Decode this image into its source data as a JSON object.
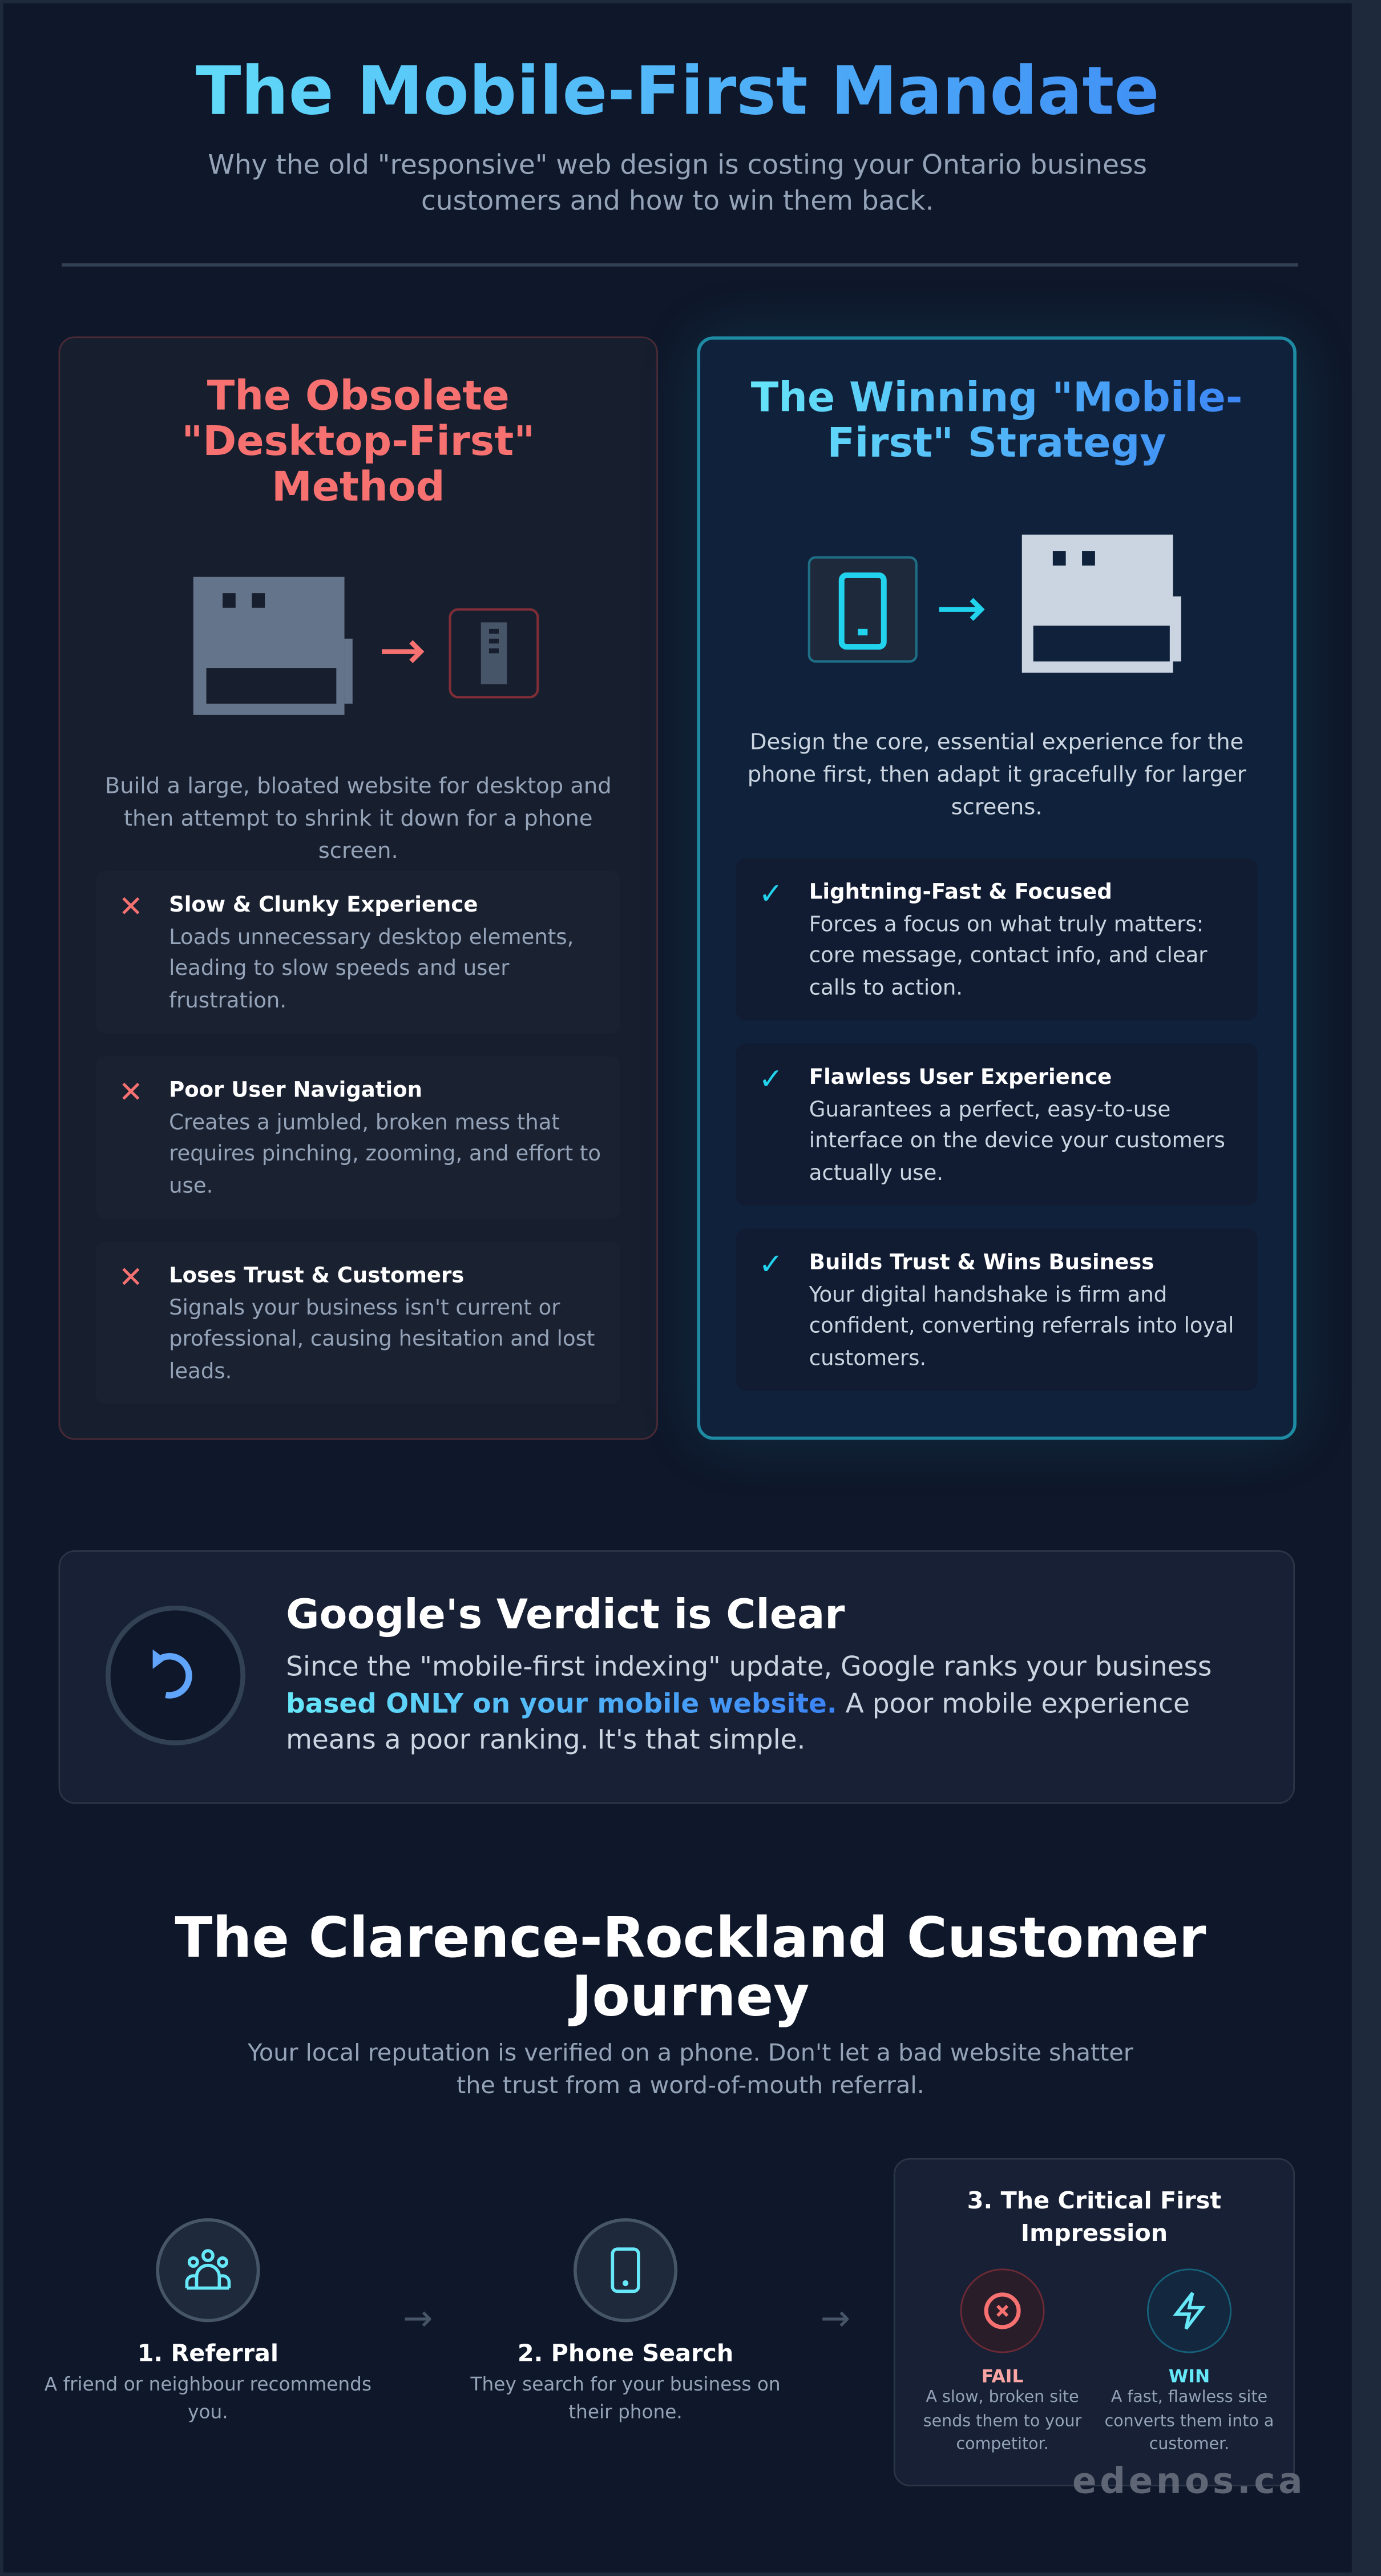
{
  "header": {
    "title": "The Mobile-First Mandate",
    "subtitle": "Why the old \"responsive\" web design is costing your Ontario business customers and how to win them back."
  },
  "comparison": {
    "obsolete": {
      "title": "The Obsolete \"Desktop-First\" Method",
      "description": "Build a large, bloated website for desktop and then attempt to shrink it down for a phone screen.",
      "accent": "#f87171",
      "items": [
        {
          "icon": "x-icon",
          "heading": "Slow & Clunky Experience",
          "body": "Loads unnecessary desktop elements, leading to slow speeds and user frustration."
        },
        {
          "icon": "x-icon",
          "heading": "Poor User Navigation",
          "body": "Creates a jumbled, broken mess that requires pinching, zooming, and effort to use."
        },
        {
          "icon": "x-icon",
          "heading": "Loses Trust & Customers",
          "body": "Signals your business isn't current or professional, causing hesitation and lost leads."
        }
      ]
    },
    "winning": {
      "title": "The Winning \"Mobile-First\" Strategy",
      "description": "Design the core, essential experience for the phone first, then adapt it gracefully for larger screens.",
      "accent": "#22d3ee",
      "items": [
        {
          "icon": "check-icon",
          "heading": "Lightning-Fast & Focused",
          "body": "Forces a focus on what truly matters: core message, contact info, and clear calls to action."
        },
        {
          "icon": "check-icon",
          "heading": "Flawless User Experience",
          "body": "Guarantees a perfect, easy-to-use interface on the device your customers actually use."
        },
        {
          "icon": "check-icon",
          "heading": "Builds Trust & Wins Business",
          "body": "Your digital handshake is firm and confident, converting referrals into loyal customers."
        }
      ]
    }
  },
  "google": {
    "icon": "refresh-arrow-icon",
    "title": "Google's Verdict is Clear",
    "body_before": "Since the \"mobile-first indexing\" update, Google ranks your business ",
    "highlight": "based ONLY on your mobile website.",
    "body_after": " A poor mobile experience means a poor ranking. It's that simple."
  },
  "journey": {
    "title": "The Clarence-Rockland Customer Journey",
    "subtitle": "Your local reputation is verified on a phone. Don't let a bad website shatter the trust from a word-of-mouth referral.",
    "steps": [
      {
        "icon": "people-icon",
        "heading": "1. Referral",
        "body": "A friend or neighbour recommends you."
      },
      {
        "icon": "phone-icon",
        "heading": "2. Phone Search",
        "body": "They search for your business on their phone."
      }
    ],
    "impression": {
      "heading": "3. The Critical First Impression",
      "fail": {
        "label": "FAIL",
        "body": "A slow, broken site sends them to your competitor.",
        "color": "#f87171"
      },
      "win": {
        "label": "WIN",
        "body": "A fast, flawless site converts them into a customer.",
        "color": "#22d3ee"
      }
    }
  },
  "watermark": "edenos.ca"
}
